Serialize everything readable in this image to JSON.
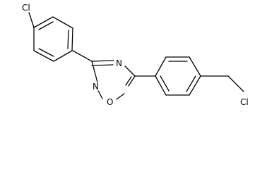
{
  "structure": {
    "atoms": {
      "cl_top": "Cl",
      "n_ring_top": "N",
      "n_ring_bottom": "N",
      "o_ring": "O",
      "cl_right": "Cl"
    },
    "colors": {
      "bond": "#000000",
      "label": "#000000",
      "background": "#ffffff"
    }
  }
}
